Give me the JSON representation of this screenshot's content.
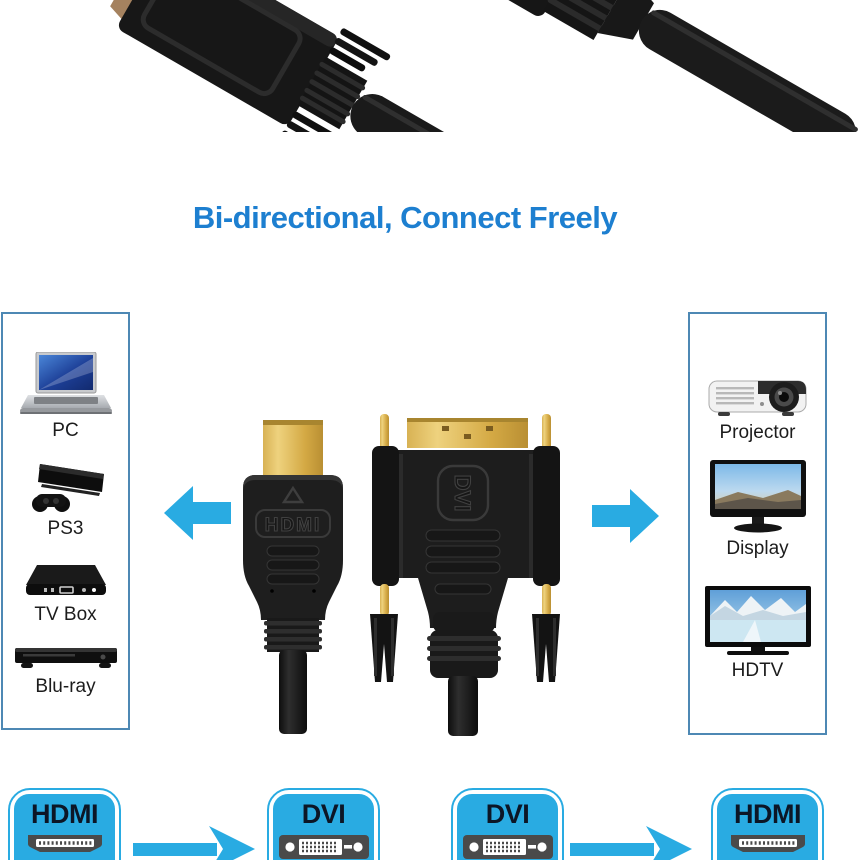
{
  "heading": {
    "text": "Bi-directional, Connect Freely"
  },
  "left_panel": {
    "items": [
      {
        "label": "PC"
      },
      {
        "label": "PS3"
      },
      {
        "label": "TV Box"
      },
      {
        "label": "Blu-ray"
      }
    ]
  },
  "right_panel": {
    "items": [
      {
        "label": "Projector"
      },
      {
        "label": "Display"
      },
      {
        "label": "HDTV"
      }
    ]
  },
  "center": {
    "hdmi_logo": "HDMI",
    "dvi_logo": "DVI"
  },
  "bottom_flow": {
    "boxes": [
      {
        "label": "HDMI",
        "port": "hdmi"
      },
      {
        "label": "DVI",
        "port": "dvi"
      },
      {
        "label": "DVI",
        "port": "dvi"
      },
      {
        "label": "HDMI",
        "port": "hdmi"
      }
    ]
  },
  "colors": {
    "accent": "#29abe2",
    "heading": "#1d7fd0",
    "panel_border": "#4d88b4"
  }
}
